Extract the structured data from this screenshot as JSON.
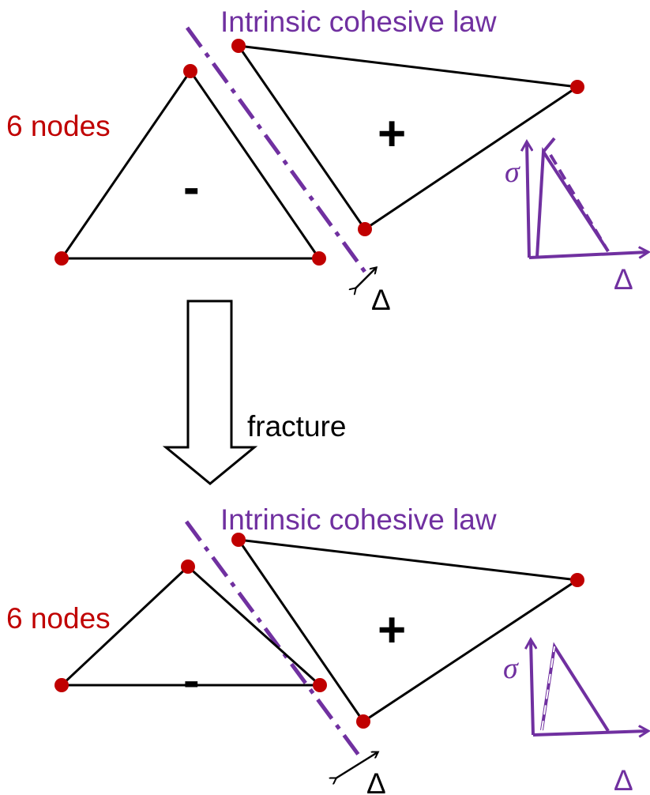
{
  "colors": {
    "node": "#c00000",
    "law": "#7030a0",
    "edge": "#000000"
  },
  "top": {
    "law_title": "Intrinsic cohesive law",
    "nodes_label": "6 nodes",
    "minus_sign": "-",
    "plus_sign": "+",
    "sigma_label": "σ",
    "delta_label_law": "Δ",
    "delta_label_gap": "Δ"
  },
  "arrow": {
    "label": "fracture"
  },
  "bottom": {
    "law_title": "Intrinsic cohesive law",
    "nodes_label": "6 nodes",
    "minus_sign": "-",
    "plus_sign": "+",
    "sigma_label": "σ",
    "delta_label_law": "Δ",
    "delta_label_gap": "Δ"
  }
}
